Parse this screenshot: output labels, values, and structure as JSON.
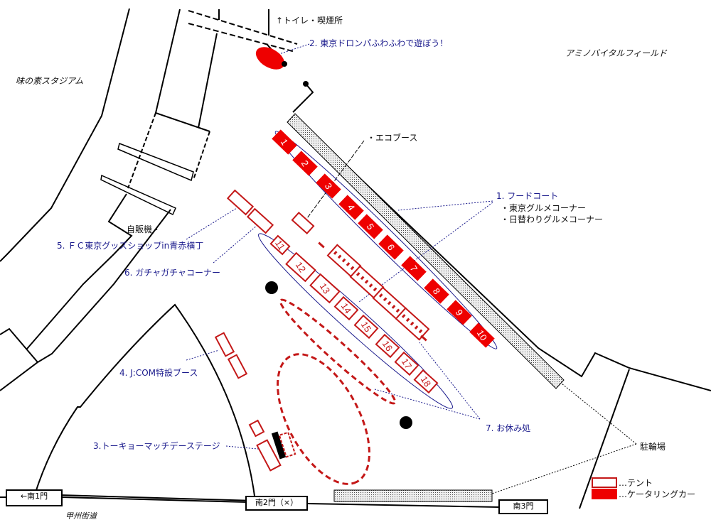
{
  "map": {
    "places": {
      "stadium": "味の素スタジアム",
      "field": "アミノバイタルフィールド",
      "toilet": "↑トイレ・喫煙所",
      "vending": "自販機・",
      "eco_booth": "・エコブース",
      "bicycle_parking": "駐輪場",
      "road": "甲州街道"
    },
    "gates": {
      "south1": "←南1門",
      "south2": "南2門（×）",
      "south3": "南3門"
    },
    "areas": {
      "food_court": "1. フードコート",
      "food_court_sub1": "・東京グルメコーナー",
      "food_court_sub2": "・日替わりグルメコーナー",
      "doronpa": "2. 東京ドロンパふわふわで遊ぼう！",
      "stage": "3.トーキョーマッチデーステージ",
      "jcom": "4. J:COM特設ブース",
      "fc_shop": "5. ＦＣ東京グッズショップin青赤横丁",
      "gacha": "6. ガチャガチャコーナー",
      "rest": "7. お休み処"
    },
    "catering_numbers": [
      "1",
      "2",
      "3",
      "4",
      "5",
      "6",
      "7",
      "8",
      "9",
      "10"
    ],
    "tent_numbers": [
      "11",
      "12",
      "13",
      "14",
      "15",
      "16",
      "17",
      "18"
    ],
    "legend": {
      "tent": "…テント",
      "catering": "…ケータリングカー"
    },
    "colors": {
      "tent": "#cc1111",
      "catering": "#ee0000",
      "label": "#1a1a8c"
    }
  }
}
